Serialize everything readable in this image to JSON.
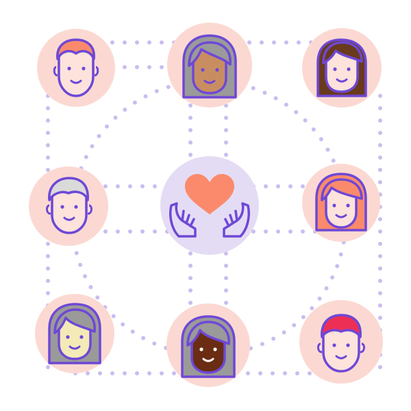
{
  "colors": {
    "background": "#ffffff",
    "avatar_circle": "#fbd9d2",
    "center_circle": "#e4dcf4",
    "outline": "#6e48d6",
    "connector_dots": "#c9bdf0",
    "heart": "#fb8a6c",
    "skin_light": "#fde3dc",
    "skin_pale_yellow": "#f3eab8",
    "skin_tan": "#c98d62",
    "skin_dark": "#6a2d14",
    "hair_ginger": "#fb8a6c",
    "hair_gray": "#9a9a9a",
    "hair_silver": "#dadada",
    "hair_brown": "#6a3a1c",
    "hair_red": "#ee2f55"
  },
  "illustration": {
    "center_icon": "heart-in-hands-icon",
    "people": [
      {
        "id": "top-left",
        "icon": "man-ginger-hair-icon"
      },
      {
        "id": "top-center",
        "icon": "woman-gray-hair-tan-skin-icon"
      },
      {
        "id": "top-right",
        "icon": "woman-brown-hair-icon"
      },
      {
        "id": "middle-left",
        "icon": "man-silver-hair-icon"
      },
      {
        "id": "middle-right",
        "icon": "woman-ginger-hair-icon"
      },
      {
        "id": "bottom-left",
        "icon": "woman-gray-hair-icon"
      },
      {
        "id": "bottom-center",
        "icon": "woman-gray-hair-dark-skin-icon"
      },
      {
        "id": "bottom-right",
        "icon": "man-red-hair-icon"
      }
    ]
  }
}
